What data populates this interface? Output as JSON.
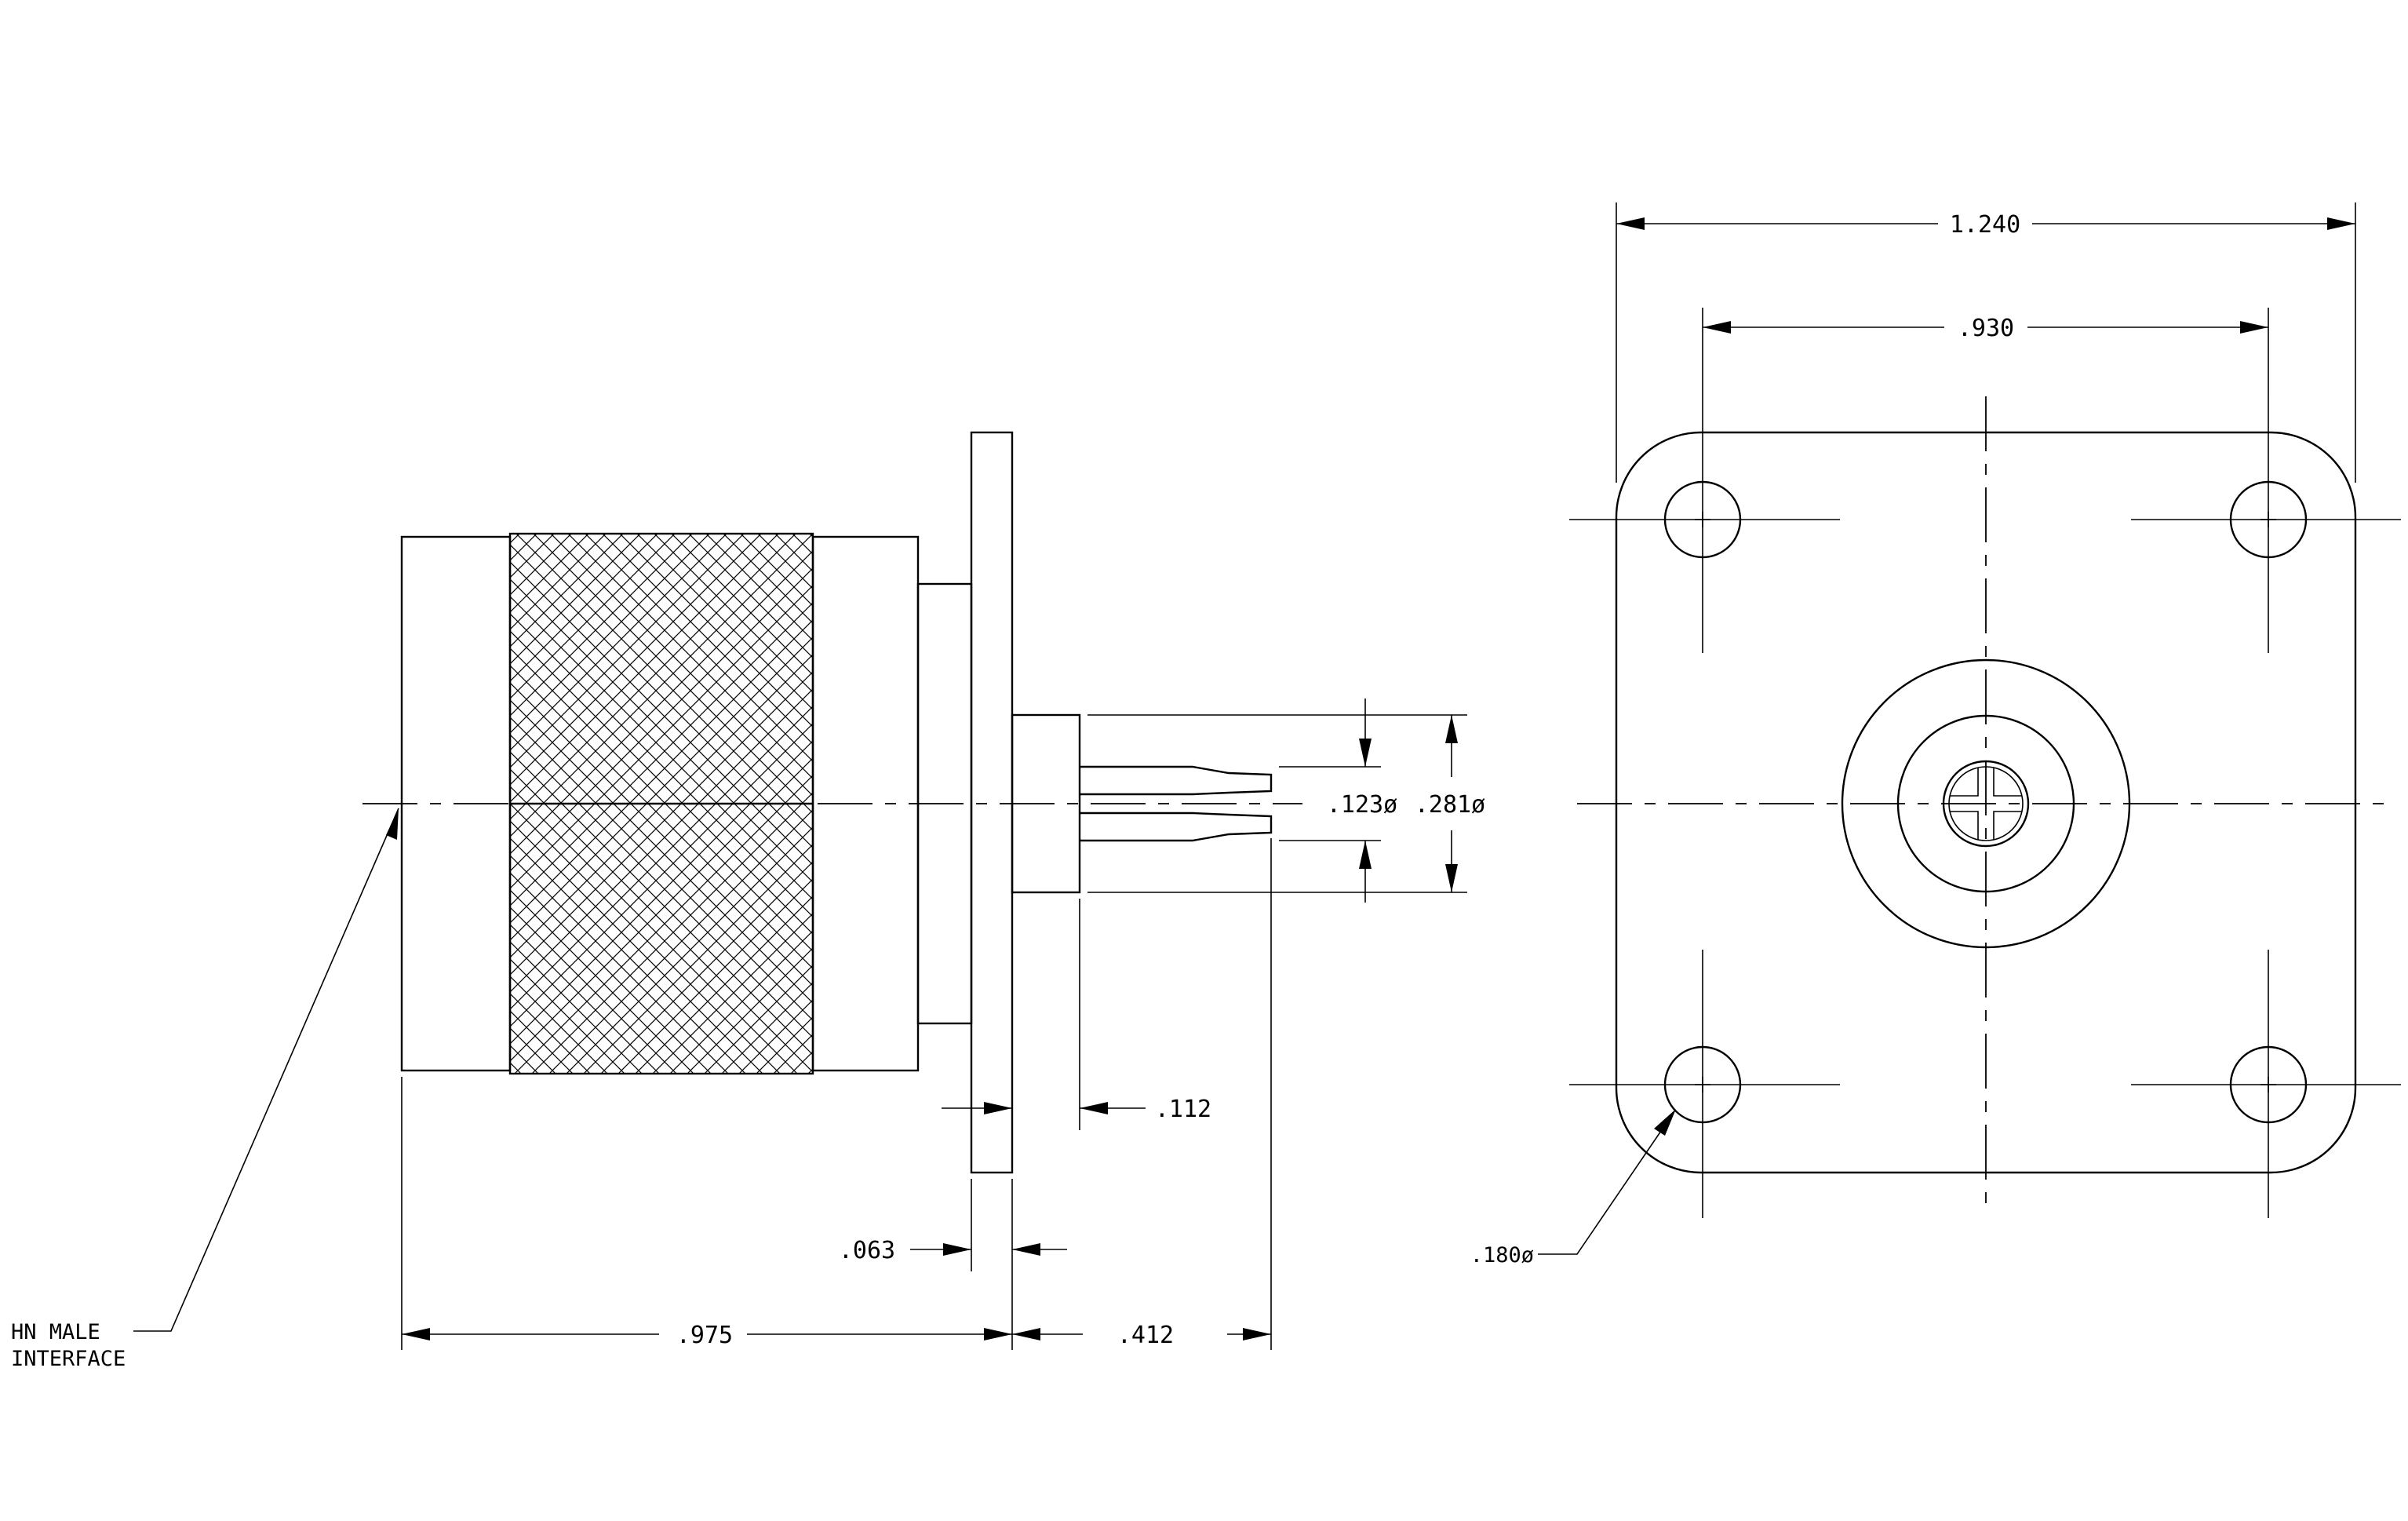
{
  "side_view": {
    "dim_overall_length": ".975",
    "dim_pin_length": ".412",
    "dim_flange_thickness": ".063",
    "dim_pin_step": ".112",
    "dim_pin_diameter": ".123ø",
    "dim_insulator_diameter": ".281ø",
    "callout_interface_line1": "HN MALE",
    "callout_interface_line2": "INTERFACE"
  },
  "front_view": {
    "dim_flange_width": "1.240",
    "dim_hole_spacing": ".930",
    "dim_hole_diameter": ".180ø"
  },
  "colors": {
    "line": "#000000",
    "background": "#ffffff"
  }
}
